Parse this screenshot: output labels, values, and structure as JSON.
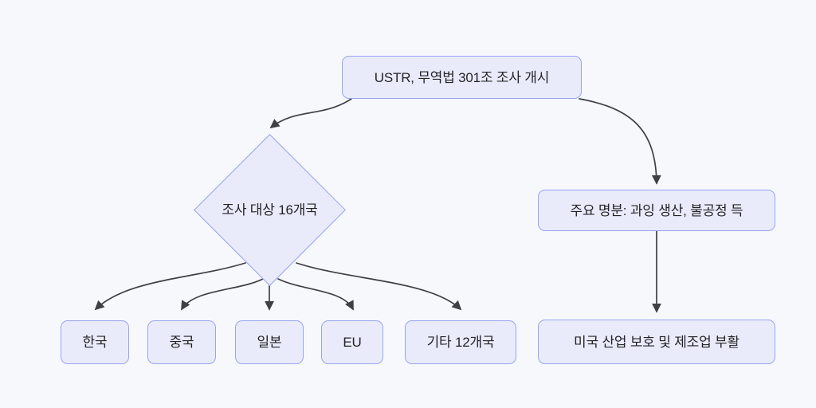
{
  "diagram": {
    "type": "flowchart",
    "direction": "top-down",
    "background_color": "#f7f8fc",
    "node_fill_color": "#e9ebfb",
    "node_border_color": "#9aa3ef",
    "node_text_color": "#232326",
    "edge_color": "#3f3f46",
    "nodes": [
      {
        "id": "start",
        "label": "USTR, 무역법 301조 조사 개시",
        "shape": "rounded-rect"
      },
      {
        "id": "targets",
        "label": "조사 대상 16개국",
        "shape": "diamond"
      },
      {
        "id": "rationale",
        "label": "주요 명분: 과잉 생산, 불공정 득",
        "shape": "rounded-rect"
      },
      {
        "id": "korea",
        "label": "한국",
        "shape": "rounded-rect"
      },
      {
        "id": "china",
        "label": "중국",
        "shape": "rounded-rect"
      },
      {
        "id": "japan",
        "label": "일본",
        "shape": "rounded-rect"
      },
      {
        "id": "eu",
        "label": "EU",
        "shape": "rounded-rect"
      },
      {
        "id": "others",
        "label": "기타 12개국",
        "shape": "rounded-rect"
      },
      {
        "id": "goal",
        "label": "미국 산업 보호 및 제조업 부활",
        "shape": "rounded-rect"
      }
    ],
    "edges": [
      {
        "from": "start",
        "to": "targets",
        "style": "curved",
        "arrow": true
      },
      {
        "from": "start",
        "to": "rationale",
        "style": "curved",
        "arrow": true
      },
      {
        "from": "targets",
        "to": "korea",
        "style": "curved",
        "arrow": true
      },
      {
        "from": "targets",
        "to": "china",
        "style": "curved",
        "arrow": true
      },
      {
        "from": "targets",
        "to": "japan",
        "style": "straight",
        "arrow": true
      },
      {
        "from": "targets",
        "to": "eu",
        "style": "curved",
        "arrow": true
      },
      {
        "from": "targets",
        "to": "others",
        "style": "curved",
        "arrow": true
      },
      {
        "from": "rationale",
        "to": "goal",
        "style": "straight",
        "arrow": true
      }
    ]
  }
}
